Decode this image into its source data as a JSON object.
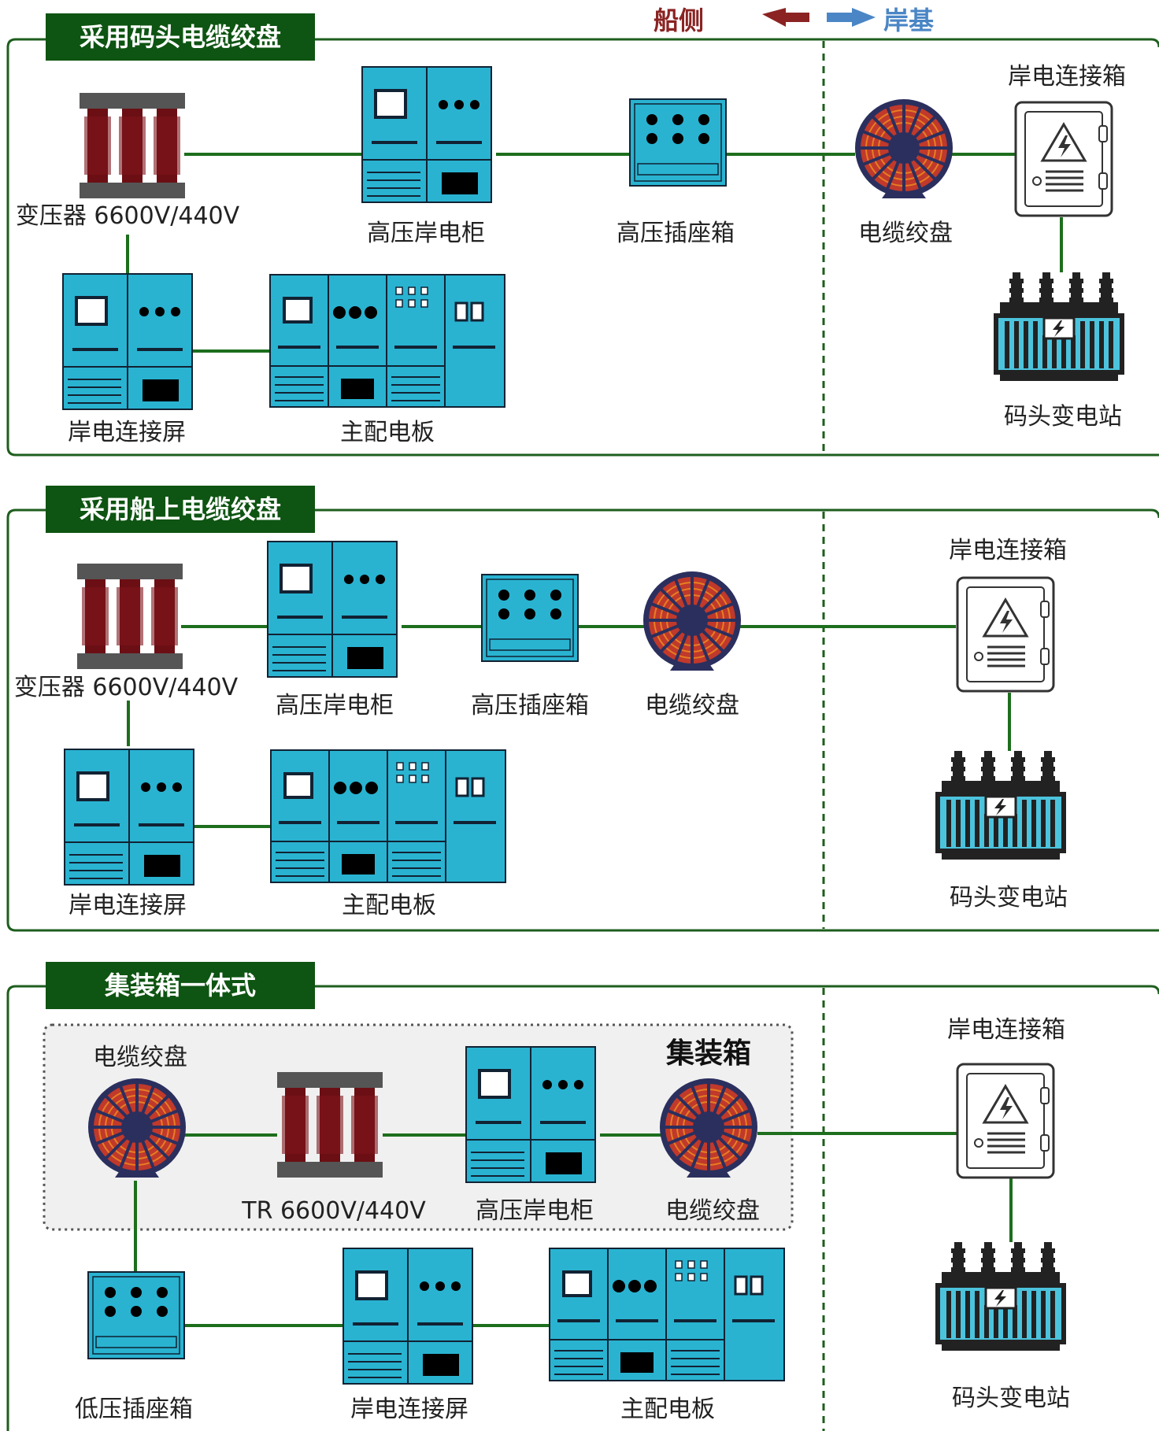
{
  "legend": {
    "ship_side": "船侧",
    "shore_side": "岸基"
  },
  "colors": {
    "panel_border": "#1e5e1e",
    "tab_bg": "#0e5412",
    "wire": "#1d6e1d",
    "cabinet": "#29b3d1",
    "coil": "#c0392b",
    "transformer": "#6b0f14",
    "legend_ship": "#8B2323",
    "legend_shore": "#4A86C5"
  },
  "panels": [
    {
      "title": "采用码头电缆绞盘",
      "labels": {
        "transformer": "变压器 6600V/440V",
        "hv_cabinet": "高压岸电柜",
        "hv_socket": "高压插座箱",
        "cable_reel": "电缆绞盘",
        "shore_box": "岸电连接箱",
        "connect_screen": "岸电连接屏",
        "main_switchboard": "主配电板",
        "substation": "码头变电站"
      }
    },
    {
      "title": "采用船上电缆绞盘",
      "labels": {
        "transformer": "变压器 6600V/440V",
        "hv_cabinet": "高压岸电柜",
        "hv_socket": "高压插座箱",
        "cable_reel": "电缆绞盘",
        "shore_box": "岸电连接箱",
        "connect_screen": "岸电连接屏",
        "main_switchboard": "主配电板",
        "substation": "码头变电站"
      }
    },
    {
      "title": "集装箱一体式",
      "labels": {
        "container": "集装箱",
        "cable_reel_left": "电缆绞盘",
        "transformer": "TR 6600V/440V",
        "hv_cabinet": "高压岸电柜",
        "cable_reel_right": "电缆绞盘",
        "lv_socket": "低压插座箱",
        "connect_screen": "岸电连接屏",
        "main_switchboard": "主配电板",
        "shore_box": "岸电连接箱",
        "substation": "码头变电站"
      }
    }
  ]
}
